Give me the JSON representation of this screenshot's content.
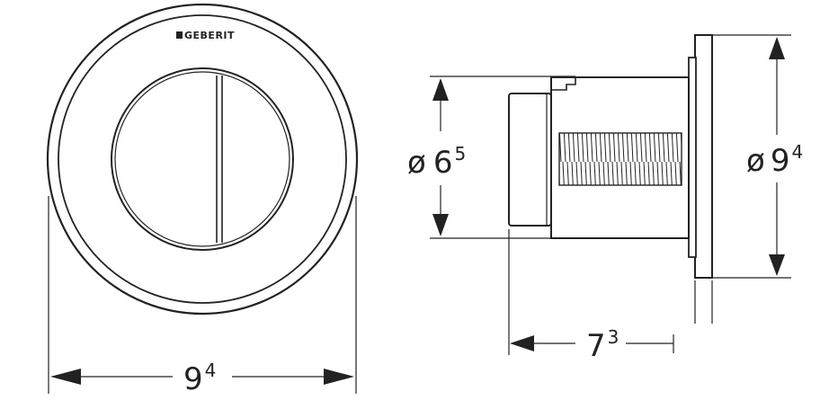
{
  "brand": {
    "logo_text": "GEBERIT"
  },
  "dimensions": {
    "front_width": {
      "main": "9",
      "sup": "4"
    },
    "body_diameter": {
      "symbol": "ø",
      "main": "6",
      "sup": "5"
    },
    "depth": {
      "main": "7",
      "sup": "3"
    },
    "plate_diameter": {
      "symbol": "ø",
      "main": "9",
      "sup": "4"
    }
  },
  "colors": {
    "line": "#222222",
    "background": "#ffffff"
  }
}
